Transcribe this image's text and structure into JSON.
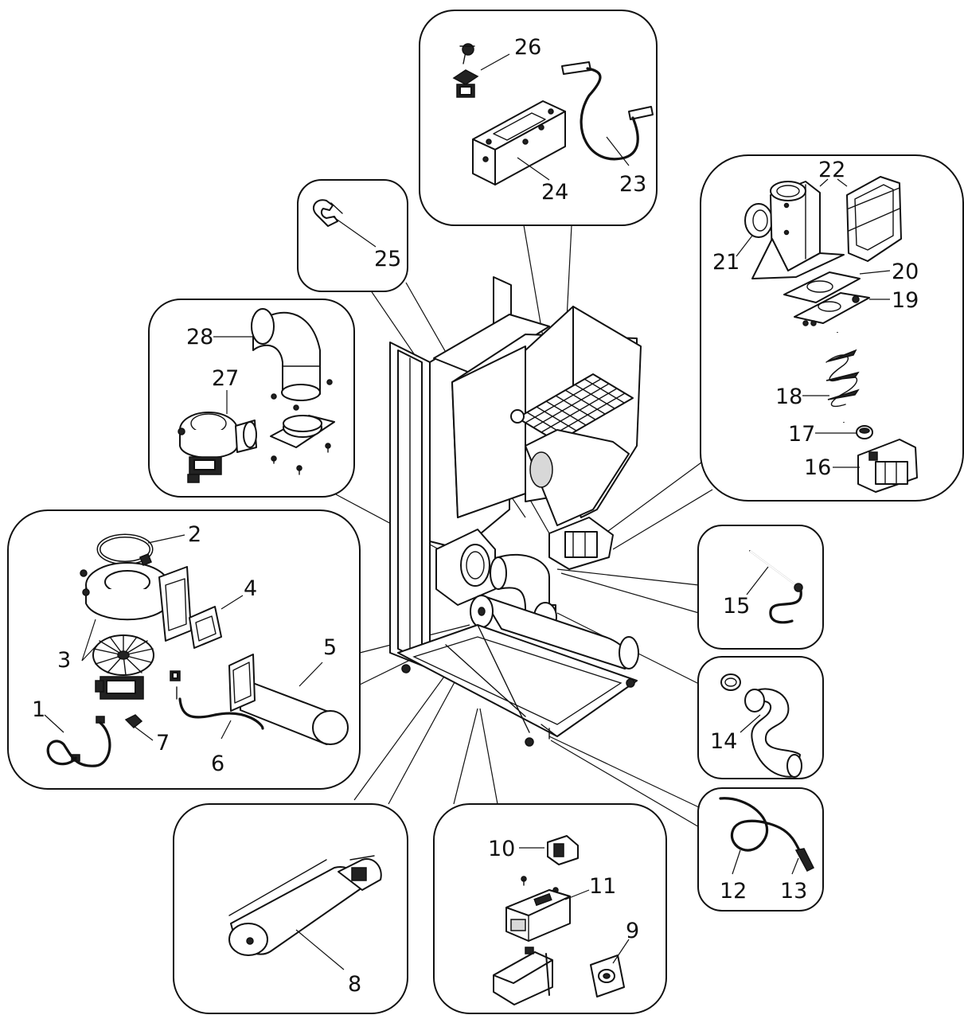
{
  "diagram": {
    "type": "exploded-parts-view",
    "callouts": [
      {
        "id": "1",
        "text": "1"
      },
      {
        "id": "2",
        "text": "2"
      },
      {
        "id": "3",
        "text": "3"
      },
      {
        "id": "4",
        "text": "4"
      },
      {
        "id": "5",
        "text": "5"
      },
      {
        "id": "6",
        "text": "6"
      },
      {
        "id": "7",
        "text": "7"
      },
      {
        "id": "8",
        "text": "8"
      },
      {
        "id": "9",
        "text": "9"
      },
      {
        "id": "10",
        "text": "10"
      },
      {
        "id": "11",
        "text": "11"
      },
      {
        "id": "12",
        "text": "12"
      },
      {
        "id": "13",
        "text": "13"
      },
      {
        "id": "14",
        "text": "14"
      },
      {
        "id": "15",
        "text": "15"
      },
      {
        "id": "16",
        "text": "16"
      },
      {
        "id": "17",
        "text": "17"
      },
      {
        "id": "18",
        "text": "18"
      },
      {
        "id": "19",
        "text": "19"
      },
      {
        "id": "20",
        "text": "20"
      },
      {
        "id": "21",
        "text": "21"
      },
      {
        "id": "22",
        "text": "22"
      },
      {
        "id": "23",
        "text": "23"
      },
      {
        "id": "24",
        "text": "24"
      },
      {
        "id": "25",
        "text": "25"
      },
      {
        "id": "26",
        "text": "26"
      },
      {
        "id": "27",
        "text": "27"
      },
      {
        "id": "28",
        "text": "28"
      }
    ]
  }
}
